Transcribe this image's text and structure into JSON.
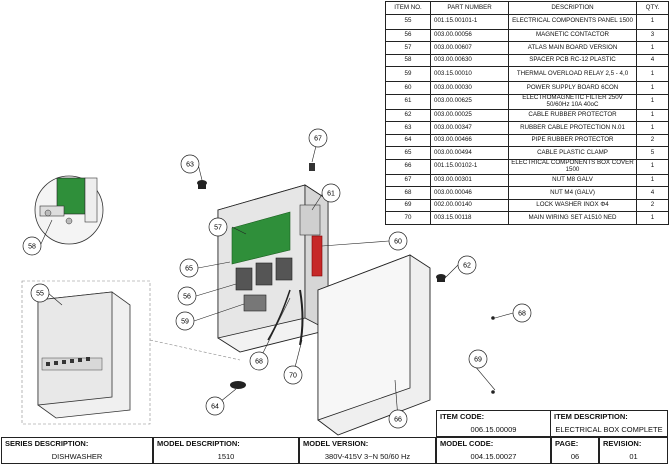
{
  "parts_table": {
    "headers": {
      "item_no": "ITEM NO.",
      "part_number": "PART NUMBER",
      "description": "DESCRIPTION",
      "qty": "QTY."
    },
    "rows": [
      {
        "item": "55",
        "part": "001.15.00101-1",
        "desc": "ELECTRICAL COMPONENTS PANEL 1500",
        "qty": "1"
      },
      {
        "item": "56",
        "part": "003.00.00056",
        "desc": "MAGNETIC CONTACTOR",
        "qty": "3"
      },
      {
        "item": "57",
        "part": "003.00.00607",
        "desc": "ATLAS MAIN BOARD VERSION",
        "qty": "1"
      },
      {
        "item": "58",
        "part": "003.00.00630",
        "desc": "SPACER PCB RC-12 PLASTIC",
        "qty": "4"
      },
      {
        "item": "59",
        "part": "003.15.00010",
        "desc": "THERMAL OVERLOAD RELAY 2,5 - 4,0",
        "qty": "1"
      },
      {
        "item": "60",
        "part": "003.00.00030",
        "desc": "POWER SUPPLY BOARD 6CON",
        "qty": "1"
      },
      {
        "item": "61",
        "part": "003.00.00625",
        "desc": "ELECTROMAGNETIC FILTER 250V 50/60Hz 10A 40oC",
        "qty": "1"
      },
      {
        "item": "62",
        "part": "003.00.00025",
        "desc": "CABLE RUBBER PROTECTOR",
        "qty": "1"
      },
      {
        "item": "63",
        "part": "003.00.00347",
        "desc": "RUBBER CABLE PROTECTION N.01",
        "qty": "1"
      },
      {
        "item": "64",
        "part": "003.00.00466",
        "desc": "PIPE RUBBER PROTECTOR",
        "qty": "2"
      },
      {
        "item": "65",
        "part": "003.00.00494",
        "desc": "CABLE PLASTIC CLAMP",
        "qty": "5"
      },
      {
        "item": "66",
        "part": "001.15.00102-1",
        "desc": "ELECTRICAL COMPONENTS BOX COVER 1500",
        "qty": "1"
      },
      {
        "item": "67",
        "part": "003.00.00301",
        "desc": "NUT M8 GALV",
        "qty": "1"
      },
      {
        "item": "68",
        "part": "003.00.00046",
        "desc": "NUT M4 (GALV)",
        "qty": "4"
      },
      {
        "item": "69",
        "part": "002.00.00140",
        "desc": "LOCK WASHER INOX Φ4",
        "qty": "2"
      },
      {
        "item": "70",
        "part": "003.15.00118",
        "desc": "MAIN WIRING SET A1510 NED",
        "qty": "1"
      }
    ]
  },
  "callouts": {
    "c55": "55",
    "c56": "56",
    "c57": "57",
    "c58": "58",
    "c59": "59",
    "c60": "60",
    "c61": "61",
    "c62": "62",
    "c63": "63",
    "c64": "64",
    "c65": "65",
    "c66": "66",
    "c67": "67",
    "c68": "68",
    "c69": "69",
    "c70": "70"
  },
  "item_info": {
    "code_label": "ITEM CODE:",
    "code_value": "006.15.00009",
    "desc_label": "ITEM DESCRIPTION:",
    "desc_value": "ELECTRICAL BOX COMPLETE"
  },
  "footer": {
    "series_label": "SERIES DESCRIPTION:",
    "series_value": "DISHWASHER",
    "model_label": "MODEL DESCRIPTION:",
    "model_value": "1510",
    "version_label": "MODEL VERSION:",
    "version_value": "380V-415V 3~N 50/60 Hz",
    "code_label": "MODEL CODE:",
    "code_value": "004.15.00027",
    "page_label": "PAGE:",
    "page_value": "06",
    "revision_label": "REVISION:",
    "revision_value": "01"
  },
  "colors": {
    "board_green": "#2f8f3a",
    "relay_red": "#c62828",
    "line": "#222222"
  }
}
